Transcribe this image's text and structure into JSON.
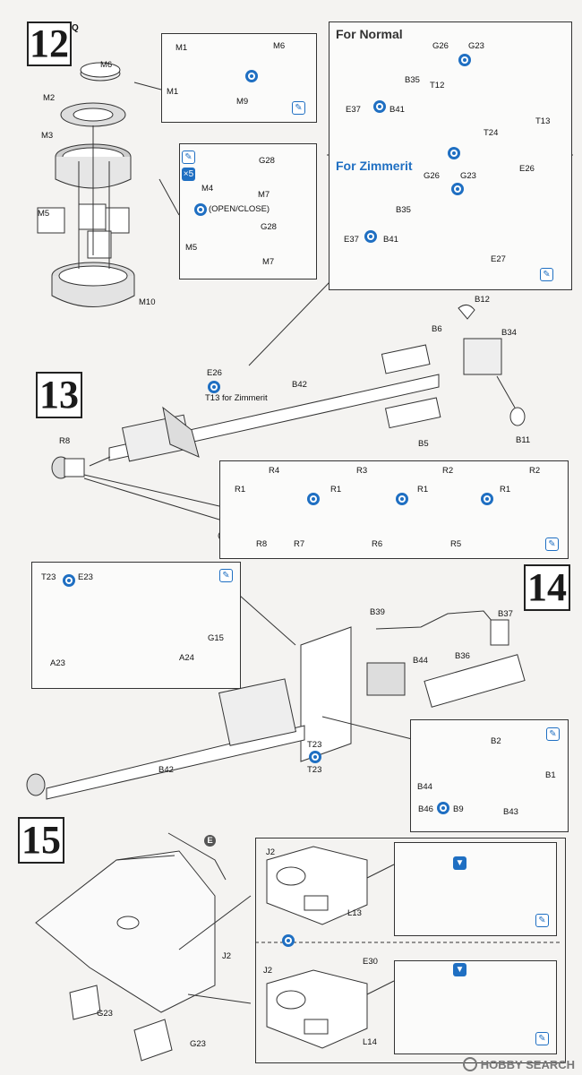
{
  "steps": {
    "s12": "12",
    "s13": "13",
    "s14": "14",
    "s15": "15"
  },
  "step12_mark": "Q",
  "variants": {
    "normal": "For Normal",
    "zimmerit": "For Zimmerit"
  },
  "open_close": "(OPEN/CLOSE)",
  "t13_note": "T13 for Zimmerit",
  "e_mark": "E",
  "labels": {
    "M6a": "M6",
    "M2": "M2",
    "M3": "M3",
    "M5a": "M5",
    "M10": "M10",
    "M1a": "M1",
    "M1b": "M1",
    "M6b": "M6",
    "M9": "M9",
    "G28a": "G28",
    "M4": "M4",
    "M7a": "M7",
    "G28b": "G28",
    "M5b": "M5",
    "M7b": "M7",
    "G26a": "G26",
    "G23a": "G23",
    "B35a": "B35",
    "T12": "T12",
    "E37a": "E37",
    "B41a": "B41",
    "T24": "T24",
    "T13a": "T13",
    "G26b": "G26",
    "G23b": "G23",
    "E26a": "E26",
    "B35b": "B35",
    "E37b": "E37",
    "B41b": "B41",
    "E27": "E27",
    "B12": "B12",
    "B6": "B6",
    "B34": "B34",
    "E26b": "E26",
    "B42a": "B42",
    "B5": "B5",
    "B11": "B11",
    "R8a": "R8",
    "R4": "R4",
    "R1a": "R1",
    "R3": "R3",
    "R1b": "R1",
    "R2a": "R2",
    "R1c": "R1",
    "R2b": "R2",
    "R1d": "R1",
    "R8b": "R8",
    "R7": "R7",
    "R6": "R6",
    "R5": "R5",
    "T23a": "T23",
    "E23": "E23",
    "G15": "G15",
    "A24": "A24",
    "A23": "A23",
    "B39": "B39",
    "B37": "B37",
    "B44a": "B44",
    "B36": "B36",
    "T23b": "T23",
    "T23c": "T23",
    "B42b": "B42",
    "B2": "B2",
    "B1": "B1",
    "B44b": "B44",
    "B46": "B46",
    "B9": "B9",
    "B43": "B43",
    "J2a": "J2",
    "J2b": "J2",
    "L13": "L13",
    "G23c": "G23",
    "G23d": "G23",
    "J2c": "J2",
    "E30": "E30",
    "L14": "L14"
  },
  "watermark": "HOBBY SEARCH"
}
